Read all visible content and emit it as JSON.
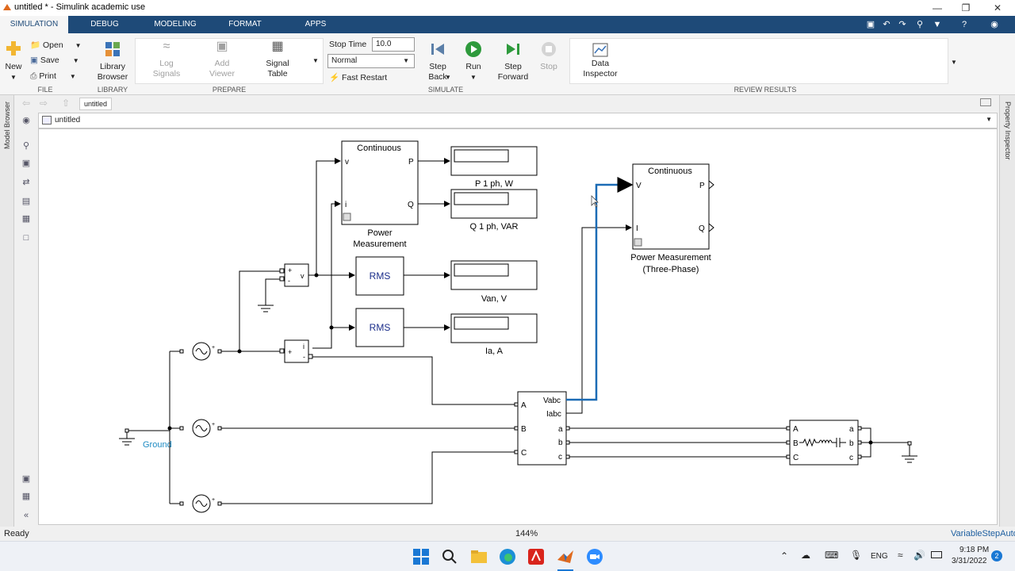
{
  "window": {
    "title": "untitled * - Simulink academic use"
  },
  "tabs": [
    "SIMULATION",
    "DEBUG",
    "MODELING",
    "FORMAT",
    "APPS"
  ],
  "ribbon": {
    "file": {
      "new": "New",
      "open": "Open",
      "save": "Save",
      "print": "Print",
      "label": "FILE"
    },
    "library": {
      "browser_line1": "Library",
      "browser_line2": "Browser",
      "label": "LIBRARY"
    },
    "prepare": {
      "log1": "Log",
      "log2": "Signals",
      "add1": "Add",
      "add2": "Viewer",
      "sig1": "Signal",
      "sig2": "Table",
      "label": "PREPARE"
    },
    "simulate": {
      "stop_time_label": "Stop Time",
      "stop_time_value": "10.0",
      "mode": "Normal",
      "fast_restart": "Fast Restart",
      "step_back1": "Step",
      "step_back2": "Back",
      "run": "Run",
      "step_fwd1": "Step",
      "step_fwd2": "Forward",
      "stop": "Stop",
      "label": "SIMULATE"
    },
    "review": {
      "data1": "Data",
      "data2": "Inspector",
      "label": "REVIEW RESULTS"
    }
  },
  "explorer": {
    "tab": "untitled",
    "path": "untitled"
  },
  "side": {
    "model_browser": "Model Browser",
    "property_inspector": "Property Inspector"
  },
  "diagram": {
    "pm1_title": "Continuous",
    "pm1_v": "v",
    "pm1_i": "i",
    "pm1_p": "P",
    "pm1_q": "Q",
    "pm1_name1": "Power",
    "pm1_name2": "Measurement",
    "disp_p": "P 1 ph, W",
    "disp_q": "Q 1 ph, VAR",
    "disp_van": "Van, V",
    "disp_ia": "Ia, A",
    "rms": "RMS",
    "vm_plus": "+",
    "vm_minus": "-",
    "vm_v": "v",
    "cm_plus": "+",
    "cm_i": "i",
    "cm_minus": "-",
    "pm3_title": "Continuous",
    "pm3_v": "V",
    "pm3_i": "I",
    "pm3_p": "P",
    "pm3_q": "Q",
    "pm3_name1": "Power Measurement",
    "pm3_name2": "(Three-Phase)",
    "meas_vabc": "Vabc",
    "meas_iabc": "Iabc",
    "meas_A": "A",
    "meas_B": "B",
    "meas_C": "C",
    "meas_a": "a",
    "meas_b": "b",
    "meas_c": "c",
    "load_A": "A",
    "load_B": "B",
    "load_C": "C",
    "load_a": "a",
    "load_b": "b",
    "load_c": "c",
    "ground": "Ground"
  },
  "status": {
    "left": "Ready",
    "zoom": "144%",
    "solver": "VariableStepAuto"
  },
  "taskbar": {
    "lang": "ENG",
    "time": "9:18 PM",
    "date": "3/31/2022",
    "badge": "2"
  },
  "colors": {
    "tabbar": "#1e4a78",
    "highlight_wire": "#1b6bb5",
    "rms_text": "#1a2d8a"
  }
}
